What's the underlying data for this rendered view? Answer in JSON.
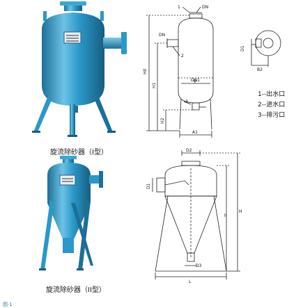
{
  "captions": {
    "type1": "旋流除砂器（I型）",
    "type2": "旋流除砂器（II型）"
  },
  "legend": {
    "item1": "1--出水口",
    "item2": "2--进水口",
    "item3": "3--排污口"
  },
  "drawing1": {
    "label_1": "1",
    "label_dn_top": "DN",
    "label_dn_left": "DN",
    "label_2": "2",
    "label_3": "3",
    "label_dn1": "DN1",
    "label_phi": "φ",
    "dim_h0": "H0",
    "dim_h1": "H1",
    "dim_h2": "H2",
    "dim_a1": "A1"
  },
  "drawing2": {
    "label_d1": "D1",
    "label_b2": "B2"
  },
  "drawing3": {
    "label_d2": "D2",
    "label_d1": "D1",
    "label_d3": "D3",
    "label_h": "h",
    "label_H": "H",
    "label_L": "L"
  },
  "footer": "图·1",
  "colors": {
    "vessel_body": "#2a98c8",
    "vessel_dark": "#1d6f98",
    "vessel_light": "#7fcbe8",
    "line": "#222222"
  }
}
